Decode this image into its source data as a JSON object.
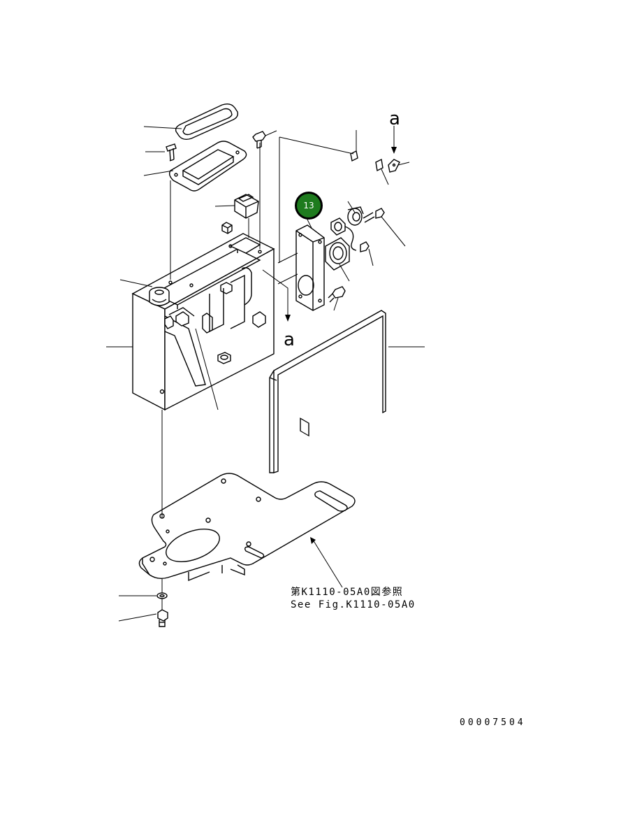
{
  "callout": {
    "number": "13",
    "color": "#1e7b1e"
  },
  "view_marker": {
    "letter_top": "a",
    "letter_bottom": "a"
  },
  "reference": {
    "line_jp": "第K1110-05A0図参照",
    "line_en": "See Fig.K1110-05A0"
  },
  "drawing_number": "00007504"
}
